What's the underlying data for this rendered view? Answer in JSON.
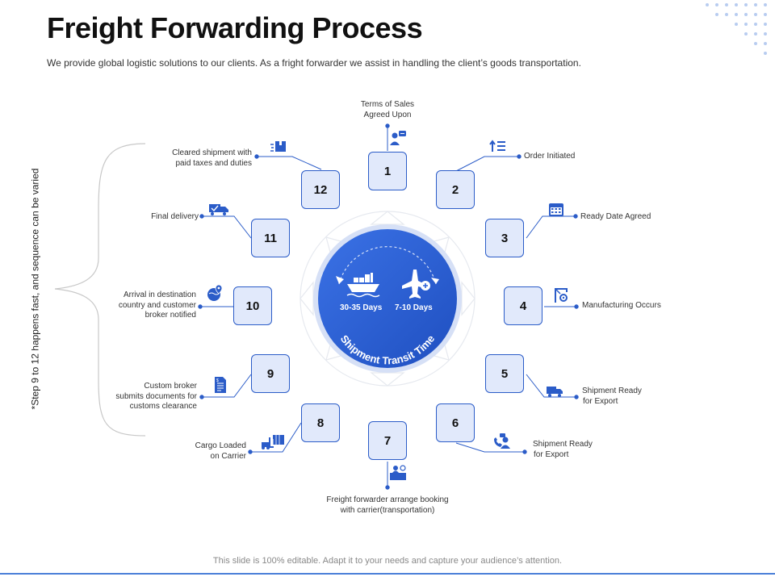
{
  "title": "Freight Forwarding Process",
  "subtitle": "We provide  global logistic solutions to our clients. As a fright forwarder  we assist in handling the client’s goods transportation.",
  "side_note": "*Step 9 to 12 happens fast, and sequence can be varied",
  "center": {
    "sea_days": "30-35 Days",
    "air_days": "7-10 Days",
    "arc_text": "Shipment Transit Time"
  },
  "steps": [
    {
      "num": "1",
      "label": [
        "Terms of Sales",
        "Agreed Upon"
      ],
      "icon": "handshake-user-icon"
    },
    {
      "num": "2",
      "label": [
        "Order Initiated"
      ],
      "icon": "list-icon"
    },
    {
      "num": "3",
      "label": [
        "Ready Date Agreed"
      ],
      "icon": "calendar-icon"
    },
    {
      "num": "4",
      "label": [
        "Manufacturing Occurs"
      ],
      "icon": "crane-icon"
    },
    {
      "num": "5",
      "label": [
        "Shipment Ready",
        "for Export"
      ],
      "icon": "truck-icon"
    },
    {
      "num": "6",
      "label": [
        "Shipment Ready",
        "for Export"
      ],
      "icon": "call-agent-icon"
    },
    {
      "num": "7",
      "label": [
        "Freight forwarder arrange booking",
        "with carrier(transportation)"
      ],
      "icon": "desk-agent-icon"
    },
    {
      "num": "8",
      "label": [
        "Cargo Loaded",
        "on Carrier"
      ],
      "icon": "forklift-icon"
    },
    {
      "num": "9",
      "label": [
        "Custom broker",
        "submits documents for",
        "customs clearance"
      ],
      "icon": "document-icon"
    },
    {
      "num": "10",
      "label": [
        "Arrival in destination",
        "country and customer",
        "broker notified"
      ],
      "icon": "globe-pin-icon"
    },
    {
      "num": "11",
      "label": [
        "Final delivery"
      ],
      "icon": "delivery-truck-icon"
    },
    {
      "num": "12",
      "label": [
        "Cleared shipment with",
        "paid taxes and duties"
      ],
      "icon": "package-icon"
    }
  ],
  "footer": "This slide is 100% editable. Adapt it to your needs and capture your audience’s attention.",
  "colors": {
    "accent": "#2b5cc8",
    "box_fill": "#e1e9fb",
    "circle": "#2f63d8"
  }
}
